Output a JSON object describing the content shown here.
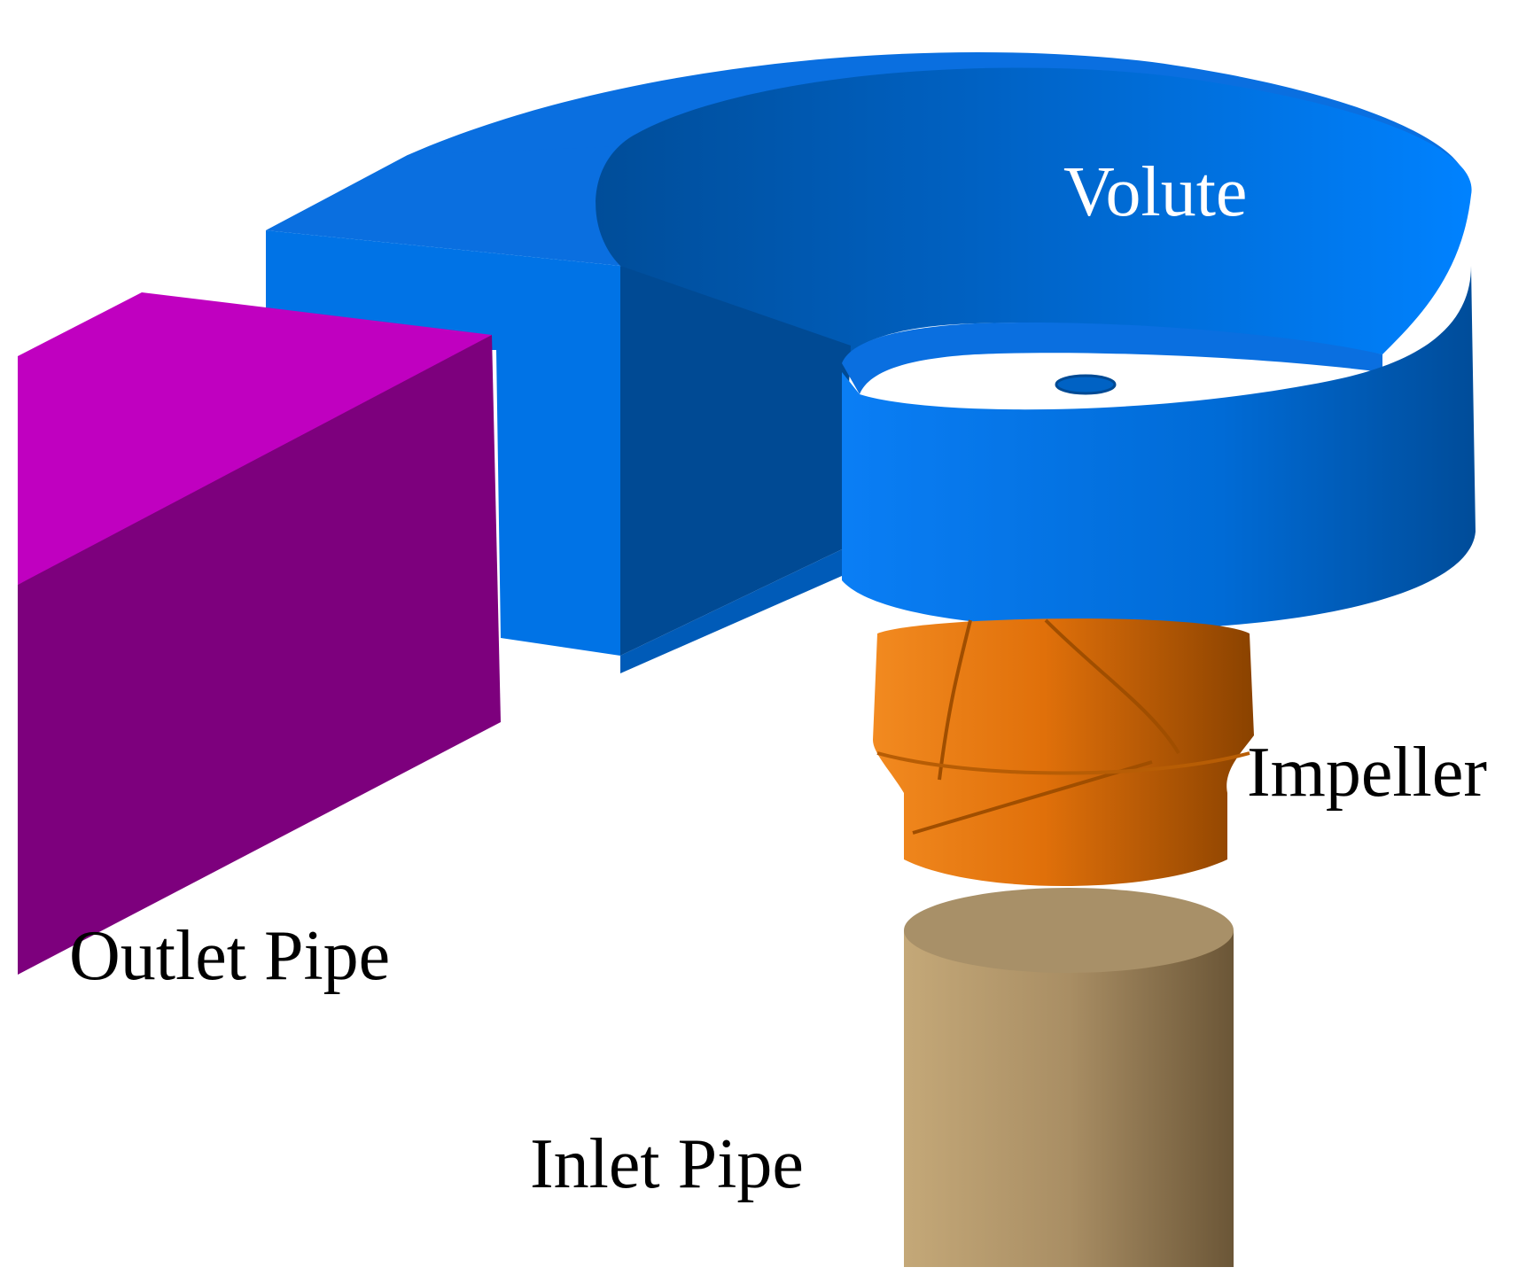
{
  "labels": {
    "volute": "Volute",
    "impeller": "Impeller",
    "outlet_pipe": "Outlet Pipe",
    "inlet_pipe": "Inlet Pipe"
  },
  "colors": {
    "volute": "#0073e6",
    "volute_dark": "#004a94",
    "outlet_top": "#c000c0",
    "outlet_front": "#7d007d",
    "impeller": "#e67a10",
    "inlet_pipe": "#b49a70",
    "volute_label": "#ffffff",
    "label": "#000000"
  }
}
